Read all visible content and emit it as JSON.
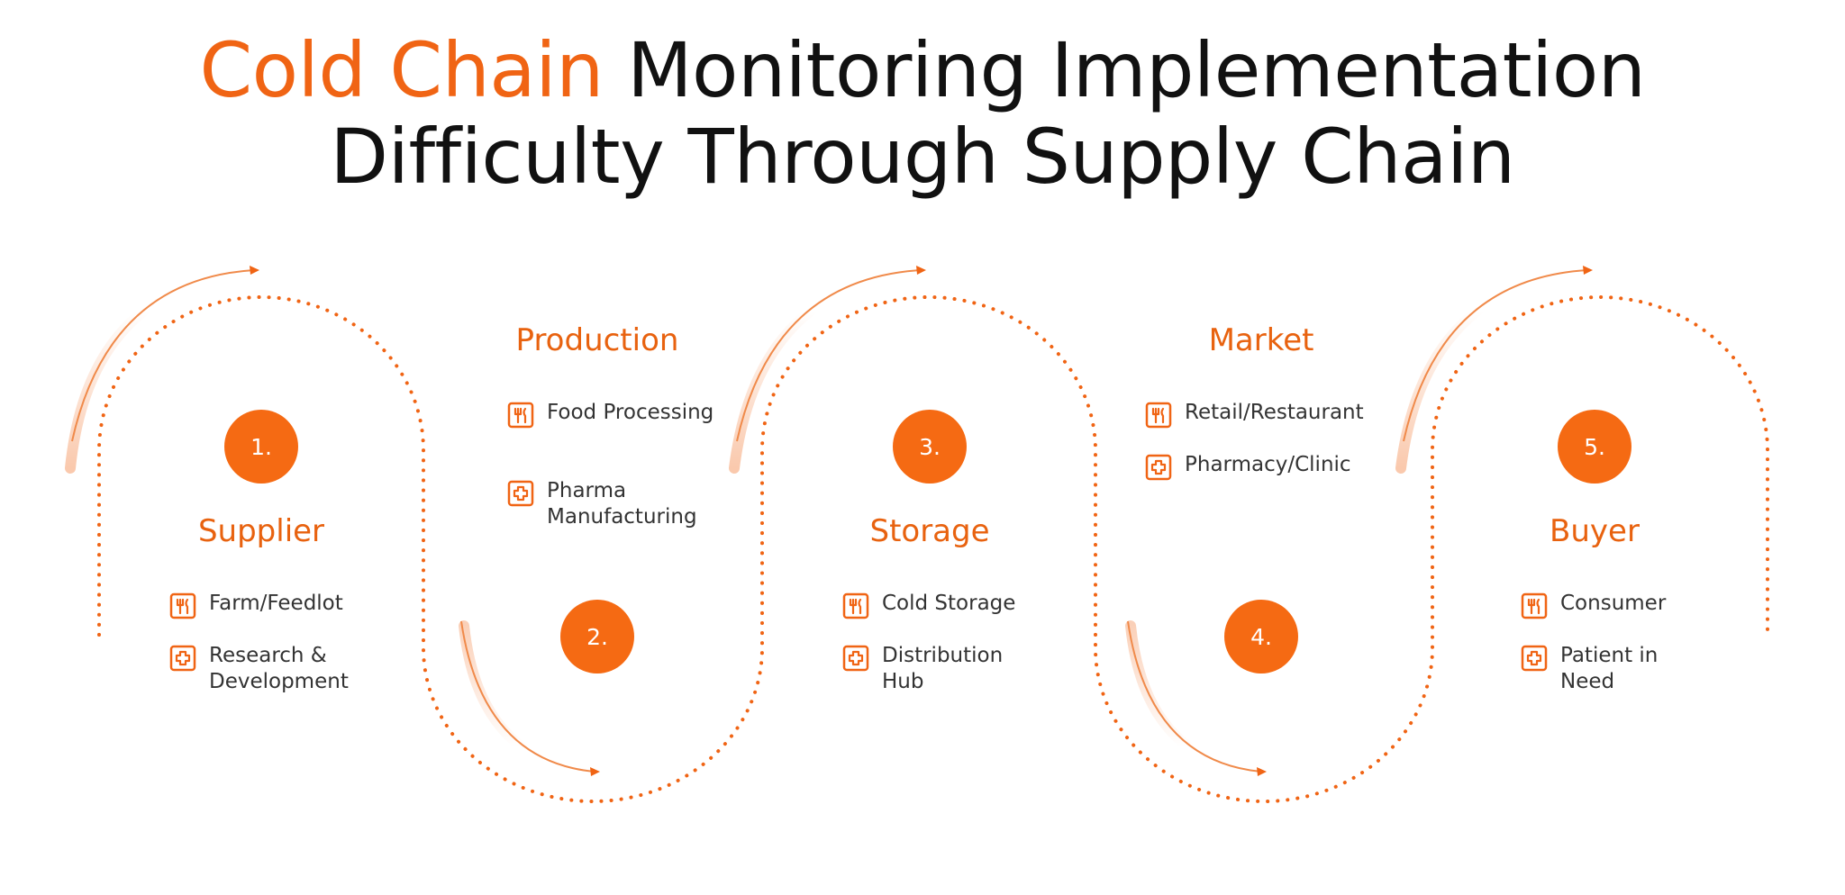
{
  "title": {
    "accent": "Cold Chain",
    "rest_line1": " Monitoring Implementation",
    "line2": "Difficulty Through Supply Chain"
  },
  "colors": {
    "accent": "#f06414",
    "badge": "#f56a13",
    "text": "#111111",
    "item_text": "#333333"
  },
  "stages": [
    {
      "number": "1.",
      "name": "Supplier",
      "items": [
        {
          "icon": "fork-knife-icon",
          "label": "Farm/Feedlot"
        },
        {
          "icon": "medical-cross-icon",
          "label": "Research & Development"
        }
      ]
    },
    {
      "number": "2.",
      "name": "Production",
      "items": [
        {
          "icon": "fork-knife-icon",
          "label": "Food Processing"
        },
        {
          "icon": "medical-cross-icon",
          "label": "Pharma Manufacturing"
        }
      ]
    },
    {
      "number": "3.",
      "name": "Storage",
      "items": [
        {
          "icon": "fork-knife-icon",
          "label": "Cold Storage"
        },
        {
          "icon": "medical-cross-icon",
          "label": "Distribution Hub"
        }
      ]
    },
    {
      "number": "4.",
      "name": "Market",
      "items": [
        {
          "icon": "fork-knife-icon",
          "label": "Retail/Restaurant"
        },
        {
          "icon": "medical-cross-icon",
          "label": "Pharmacy/Clinic"
        }
      ]
    },
    {
      "number": "5.",
      "name": "Buyer",
      "items": [
        {
          "icon": "fork-knife-icon",
          "label": "Consumer"
        },
        {
          "icon": "medical-cross-icon",
          "label": "Patient in Need"
        }
      ]
    }
  ]
}
